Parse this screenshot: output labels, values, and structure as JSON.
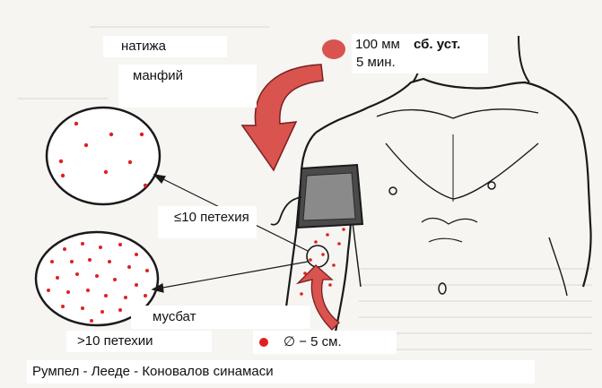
{
  "labels": {
    "result": "натижа",
    "negative": "манфий",
    "pressure_value": "100 мм",
    "pressure_unit": "сб. уст.",
    "duration": "5 мин.",
    "few_petechiae": "≤10 петехия",
    "positive": "мусбат",
    "many_petechiae": ">10 петехии",
    "diameter": "∅ − 5 см.",
    "test_name": "Румпел - Лееде - Коновалов синамаси"
  },
  "colors": {
    "accent_red": "#d9534f",
    "dot_red": "#e02020",
    "ink": "#1a1a1a",
    "paper": "#f6f5f2"
  },
  "icons": [
    "pressure-dot-icon",
    "diameter-dot-icon"
  ]
}
